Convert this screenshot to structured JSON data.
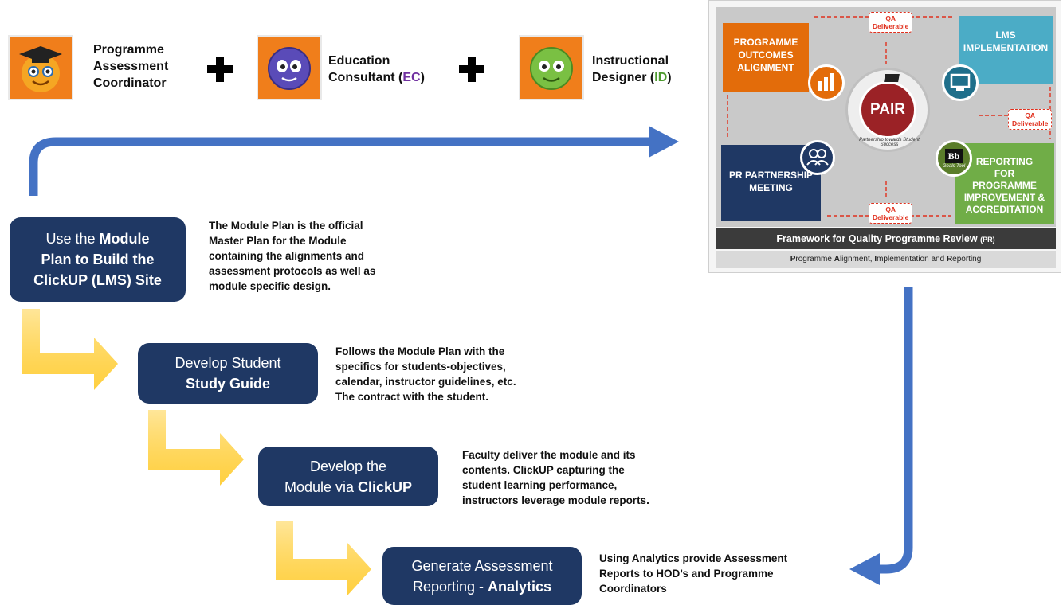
{
  "roles": [
    {
      "line1": "Programme",
      "line2": "Assessment",
      "line3": "Coordinator"
    },
    {
      "line1": "Education",
      "line2": "Consultant (",
      "abbr": "EC",
      "suffix": ")"
    },
    {
      "line1": "Instructional",
      "line2": "Designer (",
      "abbr": "ID",
      "suffix": ")"
    }
  ],
  "steps": [
    {
      "pre": "Use the ",
      "bold1": "Module",
      "line2": "Plan to Build the",
      "line3": "ClickUP (LMS) Site"
    },
    {
      "line1": "Develop Student",
      "bold": "Study Guide"
    },
    {
      "line1": "Develop the",
      "pre": "Module via ",
      "bold": "ClickUP"
    },
    {
      "line1": "Generate Assessment",
      "pre": "Reporting - ",
      "bold": "Analytics"
    }
  ],
  "descriptions": [
    "The Module Plan is the official\nMaster Plan for the Module\ncontaining the alignments and\nassessment protocols as well as\nmodule specific design.",
    "Follows the Module Plan with the\nspecifics for students-objectives,\ncalendar, instructor guidelines, etc.\nThe contract with the student.",
    "Faculty deliver the module and its\ncontents. ClickUP capturing the\nstudent learning performance,\ninstructors leverage module reports.",
    "Using Analytics provide Assessment\nReports to HOD’s and Programme\nCoordinators"
  ],
  "framework": {
    "quadrants": {
      "top_left": "PROGRAMME\nOUTCOMES\nALIGNMENT",
      "top_right": "LMS\nIMPLEMENTATION",
      "bottom_left": "PR PARTNERSHIP\nMEETING",
      "bottom_right": "REPORTING\nFOR\nPROGRAMME\nIMPROVEMENT &\nACCREDITATION"
    },
    "qa_label": "QA\nDeliverable",
    "center": "PAIR",
    "center_tagline": "Partnership towards Student Success",
    "bb_badge": "Bb",
    "bb_caption": "Goals Tool",
    "title": "Framework for Quality Programme Review",
    "title_suffix": "(PR)",
    "subtitle_parts": [
      {
        "b": "P",
        "t": "rogramme "
      },
      {
        "b": "A",
        "t": "lignment, "
      },
      {
        "b": "I",
        "t": "mplementation and "
      },
      {
        "b": "R",
        "t": "eporting"
      }
    ]
  },
  "colors": {
    "step_box": "#1f3864",
    "blue_arrow": "#4472c4",
    "yellow_arrow": "#ffd966",
    "quad_orange": "#e36c0a",
    "quad_teal": "#4bacc6",
    "quad_navy": "#1f3864",
    "quad_green": "#70ad47",
    "ec_purple": "#7030a0",
    "id_green": "#4d9a2e"
  }
}
